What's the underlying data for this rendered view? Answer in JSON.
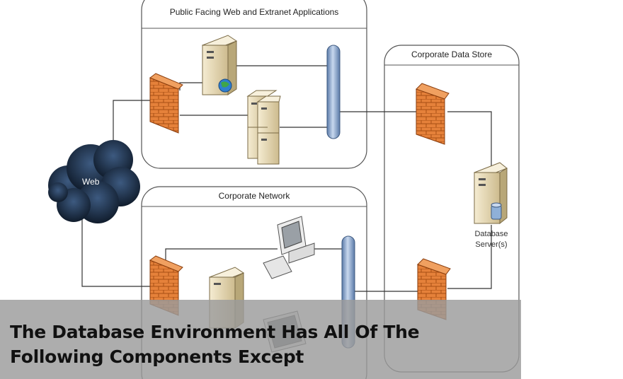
{
  "diagram": {
    "zones": {
      "public": "Public Facing Web and Extranet Applications",
      "datastore": "Corporate Data Store",
      "network": "Corporate Network"
    },
    "cloud_label": "Web",
    "database_label_line1": "Database",
    "database_label_line2": "Server(s)"
  },
  "caption": {
    "text": "The Database Environment Has All Of The Following Components Except"
  },
  "colors": {
    "firewall": "#e07a2e",
    "cloud": "#1f3550",
    "bus": "#8aa6c8",
    "server": "#e9dcb8"
  }
}
